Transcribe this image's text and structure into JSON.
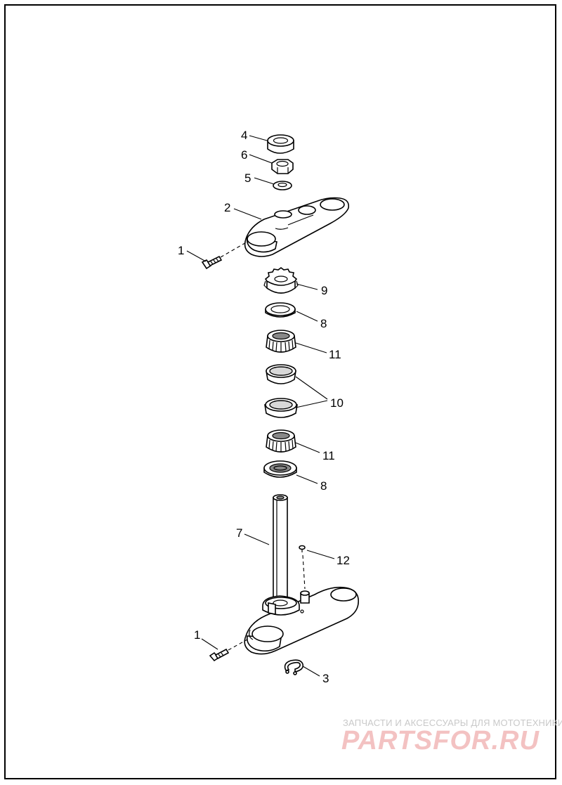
{
  "callouts": {
    "c1_top": "1",
    "c2": "2",
    "c4": "4",
    "c6": "6",
    "c5": "5",
    "c9": "9",
    "c8_top": "8",
    "c11_top": "11",
    "c10": "10",
    "c11_bottom": "11",
    "c8_bottom": "8",
    "c7": "7",
    "c12": "12",
    "c1_bottom": "1",
    "c3": "3"
  },
  "watermark": {
    "tagline": "ЗАПЧАСТИ И АКСЕССУАРЫ ДЛЯ МОТОТЕХНИКИ",
    "logo": "PARTSFOR.RU"
  }
}
